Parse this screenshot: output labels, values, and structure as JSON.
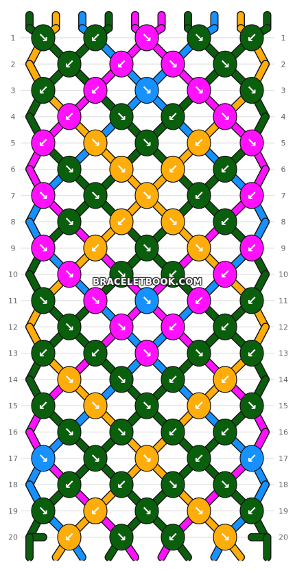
{
  "pattern": {
    "colors": {
      "A": "#0a5f0c",
      "B": "#ffad0b",
      "C": "#ff10ff",
      "D": "#1592ff"
    },
    "strings_top": [
      "A",
      "B",
      "D",
      "A",
      "C",
      "C",
      "A",
      "D",
      "B",
      "A"
    ],
    "strings_bottom": [
      "A",
      "B",
      "D",
      "A",
      "C",
      "C",
      "A",
      "D",
      "B",
      "A"
    ],
    "row_labels": [
      "1",
      "2",
      "3",
      "4",
      "5",
      "6",
      "7",
      "8",
      "9",
      "10",
      "11",
      "12",
      "13",
      "14",
      "15",
      "16",
      "17",
      "18",
      "19",
      "20"
    ],
    "rows": [
      [
        {
          "c": "A",
          "d": "↘"
        },
        {
          "c": "A",
          "d": "↙"
        },
        {
          "c": "C",
          "d": "↘"
        },
        {
          "c": "A",
          "d": "↘"
        },
        {
          "c": "A",
          "d": "↙"
        }
      ],
      [
        {
          "c": "A",
          "d": "↙"
        },
        {
          "c": "C",
          "d": "↙"
        },
        {
          "c": "C",
          "d": "↘"
        },
        {
          "c": "A",
          "d": "↘"
        }
      ],
      [
        {
          "c": "A",
          "d": "↙"
        },
        {
          "c": "C",
          "d": "↙"
        },
        {
          "c": "D",
          "d": "↘"
        },
        {
          "c": "C",
          "d": "↘"
        },
        {
          "c": "A",
          "d": "↘"
        }
      ],
      [
        {
          "c": "C",
          "d": "↙"
        },
        {
          "c": "A",
          "d": "↘"
        },
        {
          "c": "A",
          "d": "↙"
        },
        {
          "c": "C",
          "d": "↘"
        }
      ],
      [
        {
          "c": "C",
          "d": "↙"
        },
        {
          "c": "B",
          "d": "↘"
        },
        {
          "c": "A",
          "d": "↘"
        },
        {
          "c": "B",
          "d": "↙"
        },
        {
          "c": "C",
          "d": "↘"
        }
      ],
      [
        {
          "c": "A",
          "d": "↘"
        },
        {
          "c": "B",
          "d": "↘"
        },
        {
          "c": "B",
          "d": "↙"
        },
        {
          "c": "A",
          "d": "↙"
        }
      ],
      [
        {
          "c": "C",
          "d": "↘"
        },
        {
          "c": "A",
          "d": "↘"
        },
        {
          "c": "B",
          "d": "↘"
        },
        {
          "c": "A",
          "d": "↙"
        },
        {
          "c": "C",
          "d": "↙"
        }
      ],
      [
        {
          "c": "A",
          "d": "↘"
        },
        {
          "c": "B",
          "d": "↙"
        },
        {
          "c": "B",
          "d": "↘"
        },
        {
          "c": "A",
          "d": "↙"
        }
      ],
      [
        {
          "c": "C",
          "d": "↘"
        },
        {
          "c": "B",
          "d": "↙"
        },
        {
          "c": "A",
          "d": "↘"
        },
        {
          "c": "B",
          "d": "↘"
        },
        {
          "c": "C",
          "d": "↙"
        }
      ],
      [
        {
          "c": "C",
          "d": "↘"
        },
        {
          "c": "A",
          "d": "↘"
        },
        {
          "c": "A",
          "d": "↙"
        },
        {
          "c": "C",
          "d": "↙"
        }
      ],
      [
        {
          "c": "A",
          "d": "↘"
        },
        {
          "c": "C",
          "d": "↘"
        },
        {
          "c": "D",
          "d": "↘"
        },
        {
          "c": "C",
          "d": "↙"
        },
        {
          "c": "A",
          "d": "↙"
        }
      ],
      [
        {
          "c": "A",
          "d": "↘"
        },
        {
          "c": "C",
          "d": "↘"
        },
        {
          "c": "C",
          "d": "↙"
        },
        {
          "c": "A",
          "d": "↙"
        }
      ],
      [
        {
          "c": "A",
          "d": "↙"
        },
        {
          "c": "A",
          "d": "↙"
        },
        {
          "c": "C",
          "d": "↘"
        },
        {
          "c": "A",
          "d": "↘"
        },
        {
          "c": "A",
          "d": "↙"
        }
      ],
      [
        {
          "c": "B",
          "d": "↘"
        },
        {
          "c": "A",
          "d": "↘"
        },
        {
          "c": "A",
          "d": "↙"
        },
        {
          "c": "B",
          "d": "↙"
        }
      ],
      [
        {
          "c": "A",
          "d": "↙"
        },
        {
          "c": "B",
          "d": "↘"
        },
        {
          "c": "A",
          "d": "↘"
        },
        {
          "c": "B",
          "d": "↙"
        },
        {
          "c": "A",
          "d": "↘"
        }
      ],
      [
        {
          "c": "A",
          "d": "↘"
        },
        {
          "c": "A",
          "d": "↘"
        },
        {
          "c": "A",
          "d": "↙"
        },
        {
          "c": "A",
          "d": "↙"
        }
      ],
      [
        {
          "c": "D",
          "d": "↘"
        },
        {
          "c": "A",
          "d": "↘"
        },
        {
          "c": "B",
          "d": "↘"
        },
        {
          "c": "A",
          "d": "↙"
        },
        {
          "c": "D",
          "d": "↙"
        }
      ],
      [
        {
          "c": "A",
          "d": "↙"
        },
        {
          "c": "A",
          "d": "↙"
        },
        {
          "c": "A",
          "d": "↘"
        },
        {
          "c": "A",
          "d": "↘"
        }
      ],
      [
        {
          "c": "A",
          "d": "↘"
        },
        {
          "c": "B",
          "d": "↙"
        },
        {
          "c": "A",
          "d": "↘"
        },
        {
          "c": "B",
          "d": "↘"
        },
        {
          "c": "A",
          "d": "↙"
        }
      ],
      [
        {
          "c": "B",
          "d": "↙"
        },
        {
          "c": "A",
          "d": "↘"
        },
        {
          "c": "A",
          "d": "↙"
        },
        {
          "c": "B",
          "d": "↘"
        }
      ]
    ]
  },
  "watermark": "BRACELETBOOK.COM"
}
